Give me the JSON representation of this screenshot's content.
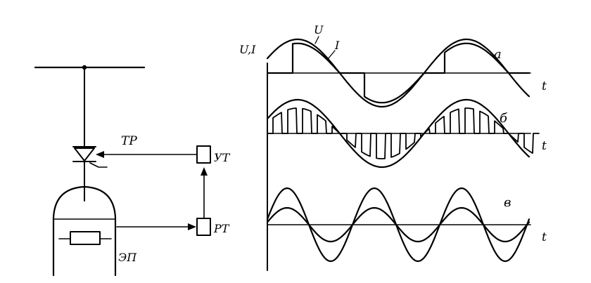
{
  "circuit": {
    "thyristor_label": "ТР",
    "control_unit_label": "УТ",
    "regulator_label": "РТ",
    "furnace_label": "ЭП"
  },
  "plot": {
    "y_axis_label": "U,I",
    "time_label": "t",
    "voltage_label": "U",
    "current_label": "I",
    "panel_labels": [
      "а",
      "б",
      "в"
    ]
  }
}
